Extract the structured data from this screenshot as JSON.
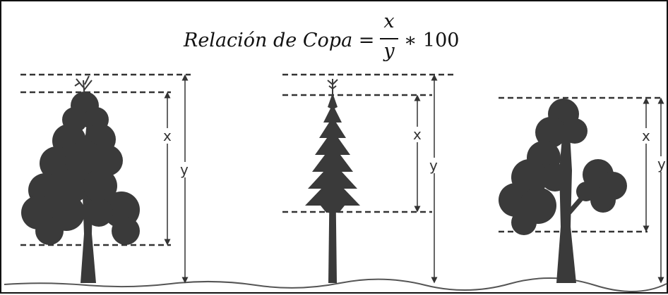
{
  "formula": {
    "lhs": "Relación de Copa =",
    "numerator": "x",
    "denominator": "y",
    "rhs": "∗ 100"
  },
  "labels": {
    "crown_length": "x",
    "total_height": "y"
  },
  "colors": {
    "silhouette": "#3a3a3a",
    "guides": "#333333",
    "ground": "#555555"
  }
}
